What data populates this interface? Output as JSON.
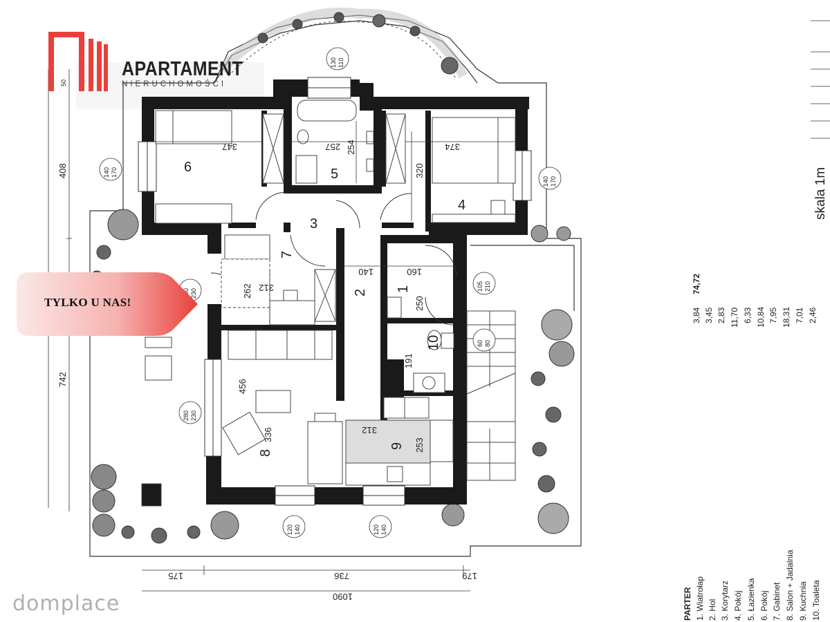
{
  "brand": {
    "name": "APARTAMENT",
    "subtitle": "NIERUCHOMOŚCI",
    "accent": "#e8413b"
  },
  "badge": {
    "text": "TYLKO U NAS!",
    "color": "#e8413b"
  },
  "watermark": "domplace",
  "scale_label": "skala 1m",
  "rooms": [
    {
      "num": "1",
      "name": "1. Wiatrołap",
      "area": "3,84"
    },
    {
      "num": "2",
      "name": "2. Hol",
      "area": "3,45"
    },
    {
      "num": "3",
      "name": "3. Korytarz",
      "area": "2,83"
    },
    {
      "num": "4",
      "name": "4. Pokój",
      "area": "11,70"
    },
    {
      "num": "5",
      "name": "5. Łazienka",
      "area": "6,33"
    },
    {
      "num": "6",
      "name": "6. Pokój",
      "area": "10,84"
    },
    {
      "num": "7",
      "name": "7. Gabinet",
      "area": "7,95"
    },
    {
      "num": "8",
      "name": "8. Salon + Jadalnia",
      "area": "18,31"
    },
    {
      "num": "9",
      "name": "9. Kuchnia",
      "area": "7,01"
    },
    {
      "num": "10",
      "name": "10. Toaleta",
      "area": "2,46"
    }
  ],
  "legend": {
    "heading": "PARTER",
    "total": "74,72"
  },
  "dimensions": {
    "d347": "347",
    "d257": "257",
    "d254": "254",
    "d320": "320",
    "d374": "374",
    "d140": "140",
    "d160": "160",
    "d312a": "312",
    "d262": "262",
    "d250": "250",
    "d191": "191",
    "d456": "456",
    "d336": "336",
    "d312b": "312",
    "d253": "253",
    "d175": "175",
    "d736": "736",
    "d179": "179",
    "d1090": "1090",
    "d408": "408",
    "d742": "742",
    "d50": "50"
  },
  "openings": {
    "o1": {
      "a": "130",
      "b": "110"
    },
    "o2": {
      "a": "140",
      "b": "170"
    },
    "o3": {
      "a": "140",
      "b": "170"
    },
    "o4": {
      "a": "100",
      "b": "230"
    },
    "o5": {
      "a": "105",
      "b": "210"
    },
    "o6": {
      "a": "60",
      "b": "80"
    },
    "o7": {
      "a": "280",
      "b": "230"
    },
    "o8": {
      "a": "120",
      "b": "140"
    },
    "o9": {
      "a": "120",
      "b": "140"
    }
  }
}
